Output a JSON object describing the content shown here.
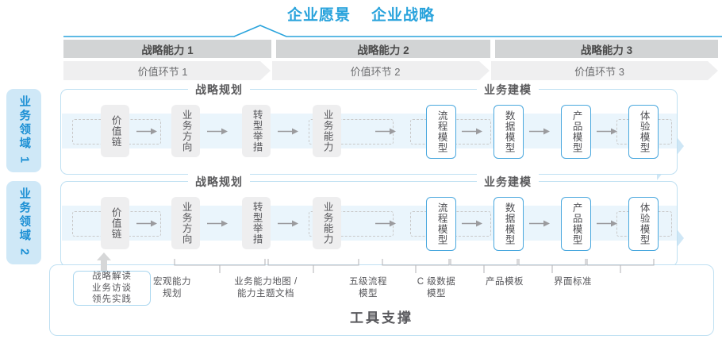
{
  "header": {
    "titles": [
      "企业愿景",
      "企业战略"
    ],
    "accent_color": "#29a3dc"
  },
  "capabilities": [
    {
      "label": "战略能力 1"
    },
    {
      "label": "战略能力 2"
    },
    {
      "label": "战略能力 3"
    }
  ],
  "value_chain": [
    {
      "label": "价值环节 1"
    },
    {
      "label": "价值环节 2"
    },
    {
      "label": "价值环节 3"
    }
  ],
  "domains": [
    {
      "label": "业务领域 1"
    },
    {
      "label": "业务领域 2"
    }
  ],
  "sections": {
    "left": "战略规划",
    "right": "业务建模"
  },
  "process_left": [
    {
      "label": "价值链"
    },
    {
      "label": "业务方向"
    },
    {
      "label": "转型举措"
    },
    {
      "label": "业务能力"
    }
  ],
  "process_right": [
    {
      "label": "流程模型"
    },
    {
      "label": "数据模型"
    },
    {
      "label": "产品模型"
    },
    {
      "label": "体验模型"
    }
  ],
  "tool_support": {
    "title": "工具支撑",
    "strategy_box": [
      "战略解读",
      "业务访谈",
      "领先实践"
    ],
    "items": [
      {
        "line1": "宏观能力",
        "line2": "规划"
      },
      {
        "line1": "业务能力地图 /",
        "line2": "能力主题文档"
      },
      {
        "line1": "五级流程",
        "line2": "模型"
      },
      {
        "line1": "C 级数据",
        "line2": "模型"
      },
      {
        "line1": "产品模板",
        "line2": ""
      },
      {
        "line1": "界面标准",
        "line2": ""
      }
    ]
  },
  "colors": {
    "blue": "#29a3dc",
    "light_blue": "#cfe7f6",
    "band": "#eaf5fc",
    "cap_gray": "#d2d4d5",
    "vc_gray": "#efeff0",
    "box_gray": "#eeeeef"
  }
}
